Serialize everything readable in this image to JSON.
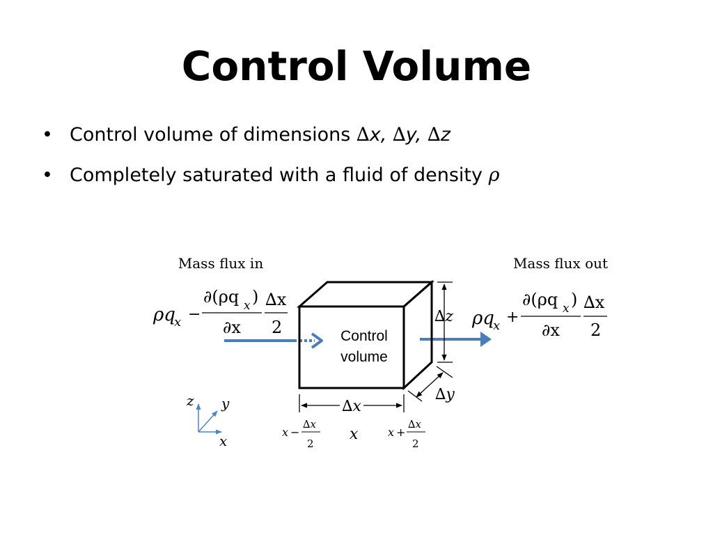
{
  "slide": {
    "title": "Control Volume",
    "bullets": [
      {
        "text": "Control volume of dimensions ",
        "symbols": [
          "∆",
          "x,",
          " ∆",
          "y,",
          " ∆",
          "z"
        ]
      },
      {
        "text": "Completely saturated with a fluid of density ",
        "symbol": "ρ"
      }
    ]
  },
  "diagram": {
    "labels": {
      "mass_flux_in": "Mass flux in",
      "mass_flux_out": "Mass flux out",
      "control_volume_line1": "Control",
      "control_volume_line2": "volume"
    },
    "flux_in": {
      "rho_q": "ρq",
      "sub_x": "x",
      "minus": "−",
      "numerator": "∂(ρq",
      "numerator_sub": "x",
      "numerator_close": ")",
      "denominator": "∂x",
      "delta_num": "∆x",
      "delta_den": "2"
    },
    "flux_out": {
      "rho_q": "ρq",
      "sub_x": "x",
      "plus": "+",
      "numerator": "∂(ρq",
      "numerator_sub": "x",
      "numerator_close": ")",
      "denominator": "∂x",
      "delta_num": "∆x",
      "delta_den": "2"
    },
    "dimensions": {
      "dz": "∆z",
      "dy": "∆y",
      "dx": "∆x"
    },
    "axis_labels": {
      "left_x": "x",
      "left_minus": "−",
      "left_delta_num": "∆x",
      "left_delta_den": "2",
      "center_x": "x",
      "right_x": "x",
      "right_plus": "+",
      "right_delta_num": "∆x",
      "right_delta_den": "2"
    },
    "axes": {
      "z": "z",
      "y": "y",
      "x": "x"
    },
    "colors": {
      "arrow": "#4a7ebb",
      "axes": "#4a86c5",
      "box": "#000000"
    }
  }
}
